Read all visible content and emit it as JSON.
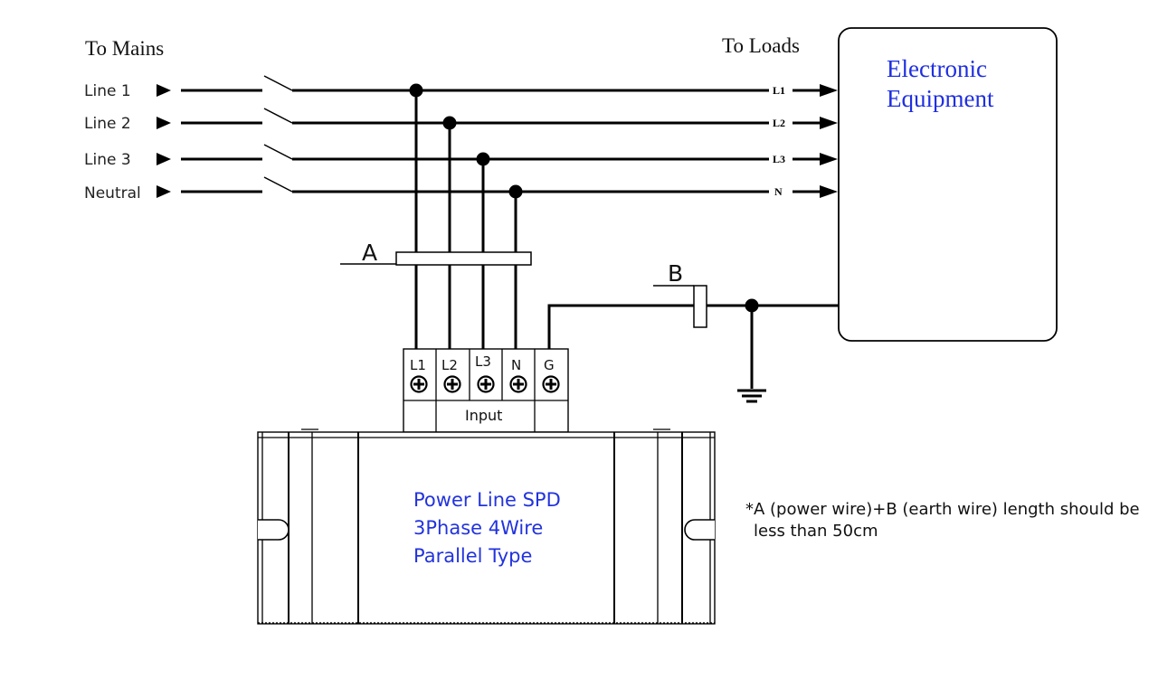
{
  "mains": {
    "title": "To Mains"
  },
  "loads": {
    "title": "To Loads"
  },
  "inputs": [
    {
      "label": "Line 1"
    },
    {
      "label": "Line 2"
    },
    {
      "label": "Line 3"
    },
    {
      "label": "Neutral"
    }
  ],
  "outputs": [
    {
      "label": "L1"
    },
    {
      "label": "L2"
    },
    {
      "label": "L3"
    },
    {
      "label": "N"
    }
  ],
  "equipment": {
    "line1": "Electronic",
    "line2": "Equipment"
  },
  "terminals": [
    {
      "label": "L1"
    },
    {
      "label": "L2"
    },
    {
      "label": "L3"
    },
    {
      "label": "N"
    },
    {
      "label": "G"
    }
  ],
  "terminal_block": {
    "input_label": "Input"
  },
  "markers": {
    "a": "A",
    "b": "B"
  },
  "spd": {
    "line1": "Power Line SPD",
    "line2": "3Phase 4Wire",
    "line3": "Parallel Type"
  },
  "note": {
    "line1": "*A (power wire)+B (earth wire) length should be",
    "line2": "less than 50cm"
  },
  "colors": {
    "label_blue": "#2233dd",
    "equipment_blue": "#1f2fe0",
    "line": "#000000"
  }
}
